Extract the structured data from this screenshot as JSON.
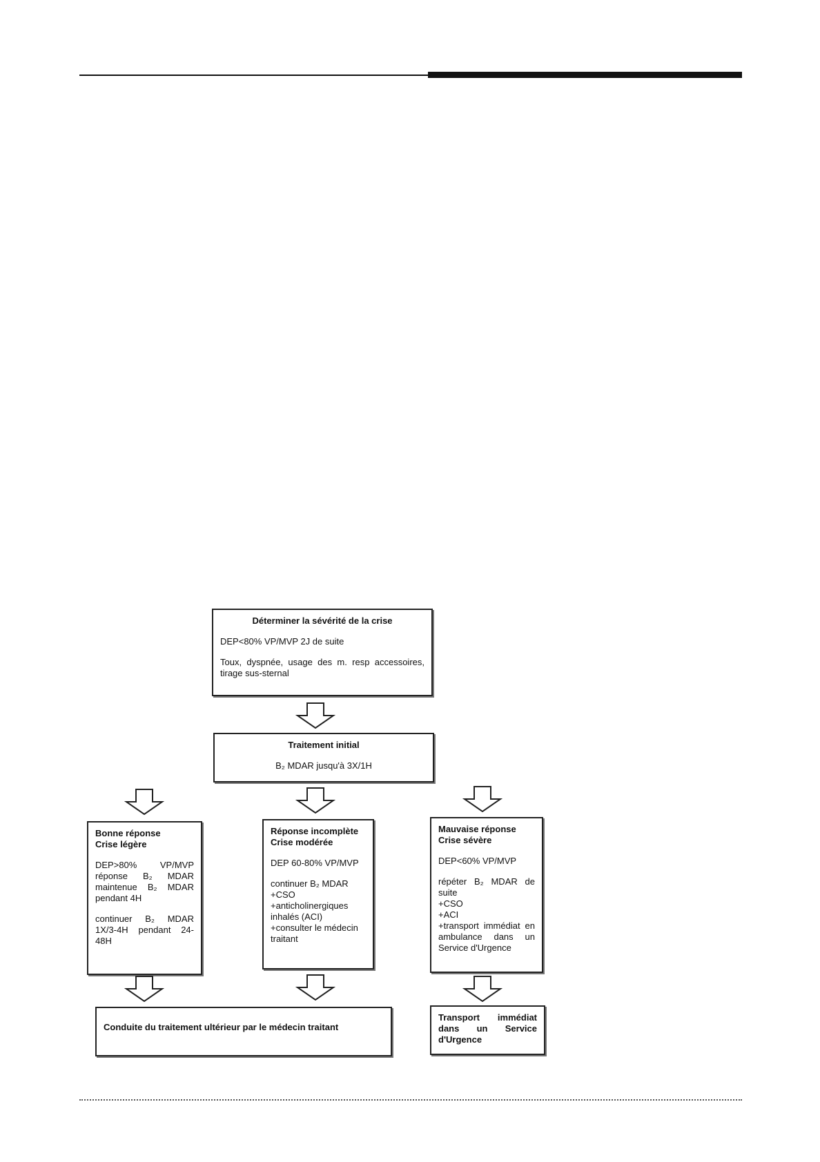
{
  "flowchart": {
    "severity": {
      "title": "Déterminer la sévérité de la crise",
      "line1": "DEP<80% VP/MVP 2J de suite",
      "line2": "Toux, dyspnée, usage des m. resp accessoires, tirage sus-sternal"
    },
    "initial": {
      "title": "Traitement initial",
      "line1": "B₂ MDAR jusqu'à 3X/1H"
    },
    "good": {
      "title1": "Bonne réponse",
      "title2": "Crise légère",
      "line1": "DEP>80% VP/MVP réponse B₂ MDAR maintenue B₂ MDAR pendant 4H",
      "line2": "continuer B₂ MDAR 1X/3-4H pendant 24-48H"
    },
    "partial": {
      "title1": "Réponse incomplète",
      "title2": "Crise modérée",
      "line1": "DEP 60-80% VP/MVP",
      "line2": "continuer B₂ MDAR",
      "line3": "+CSO",
      "line4": "+anticholinergiques inhalés (ACI)",
      "line5": "+consulter le médecin traitant"
    },
    "bad": {
      "title1": "Mauvaise réponse",
      "title2": "Crise sévère",
      "line1": "DEP<60% VP/MVP",
      "line2": "répéter B₂ MDAR de suite",
      "line3": "+CSO",
      "line4": "+ACI",
      "line5": "+transport immédiat en ambulance dans un Service d'Urgence"
    },
    "followup": {
      "text": "Conduite du traitement ultérieur par le médecin traitant"
    },
    "transport": {
      "text": "Transport immédiat dans un Service d'Urgence"
    }
  }
}
